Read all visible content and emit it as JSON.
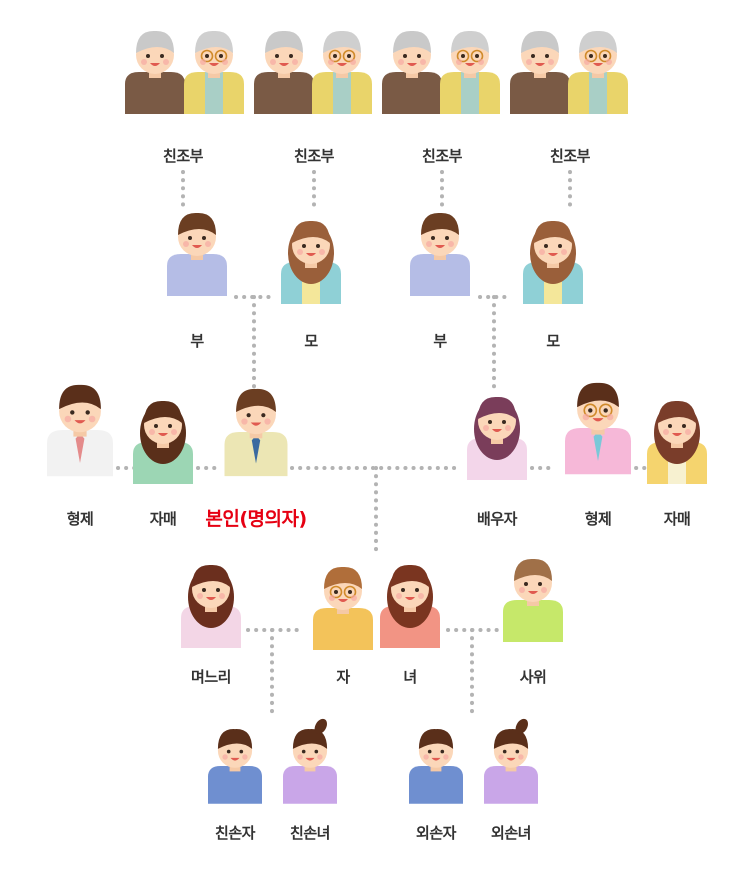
{
  "colors": {
    "self_highlight": "#e60012",
    "text": "#333333",
    "connector": "#b3b3b3"
  },
  "people": [
    {
      "id": "gf1",
      "label": "친조부",
      "figure": "grandparents"
    },
    {
      "id": "gf2",
      "label": "친조부",
      "figure": "grandparents"
    },
    {
      "id": "gf3",
      "label": "친조부",
      "figure": "grandparents"
    },
    {
      "id": "gf4",
      "label": "친조부",
      "figure": "grandparents"
    },
    {
      "id": "father-l",
      "label": "부",
      "figure": "man"
    },
    {
      "id": "mother-l",
      "label": "모",
      "figure": "woman"
    },
    {
      "id": "father-r",
      "label": "부",
      "figure": "man"
    },
    {
      "id": "mother-r",
      "label": "모",
      "figure": "woman"
    },
    {
      "id": "sibling-brother-l",
      "label": "형제",
      "figure": "man"
    },
    {
      "id": "sibling-sister-l",
      "label": "자매",
      "figure": "woman"
    },
    {
      "id": "self",
      "label": "본인(명의자)",
      "figure": "man",
      "highlight": true
    },
    {
      "id": "spouse",
      "label": "배우자",
      "figure": "woman"
    },
    {
      "id": "sibling-brother-r",
      "label": "형제",
      "figure": "man"
    },
    {
      "id": "sibling-sister-r",
      "label": "자매",
      "figure": "woman"
    },
    {
      "id": "daughter-in-law",
      "label": "며느리",
      "figure": "woman"
    },
    {
      "id": "son",
      "label": "자",
      "figure": "boy"
    },
    {
      "id": "daughter",
      "label": "녀",
      "figure": "girl"
    },
    {
      "id": "son-in-law",
      "label": "사위",
      "figure": "man"
    },
    {
      "id": "grandson-paternal",
      "label": "친손자",
      "figure": "boy"
    },
    {
      "id": "granddaughter-paternal",
      "label": "친손녀",
      "figure": "girl"
    },
    {
      "id": "grandson-maternal",
      "label": "외손자",
      "figure": "boy"
    },
    {
      "id": "granddaughter-maternal",
      "label": "외손녀",
      "figure": "girl"
    }
  ]
}
